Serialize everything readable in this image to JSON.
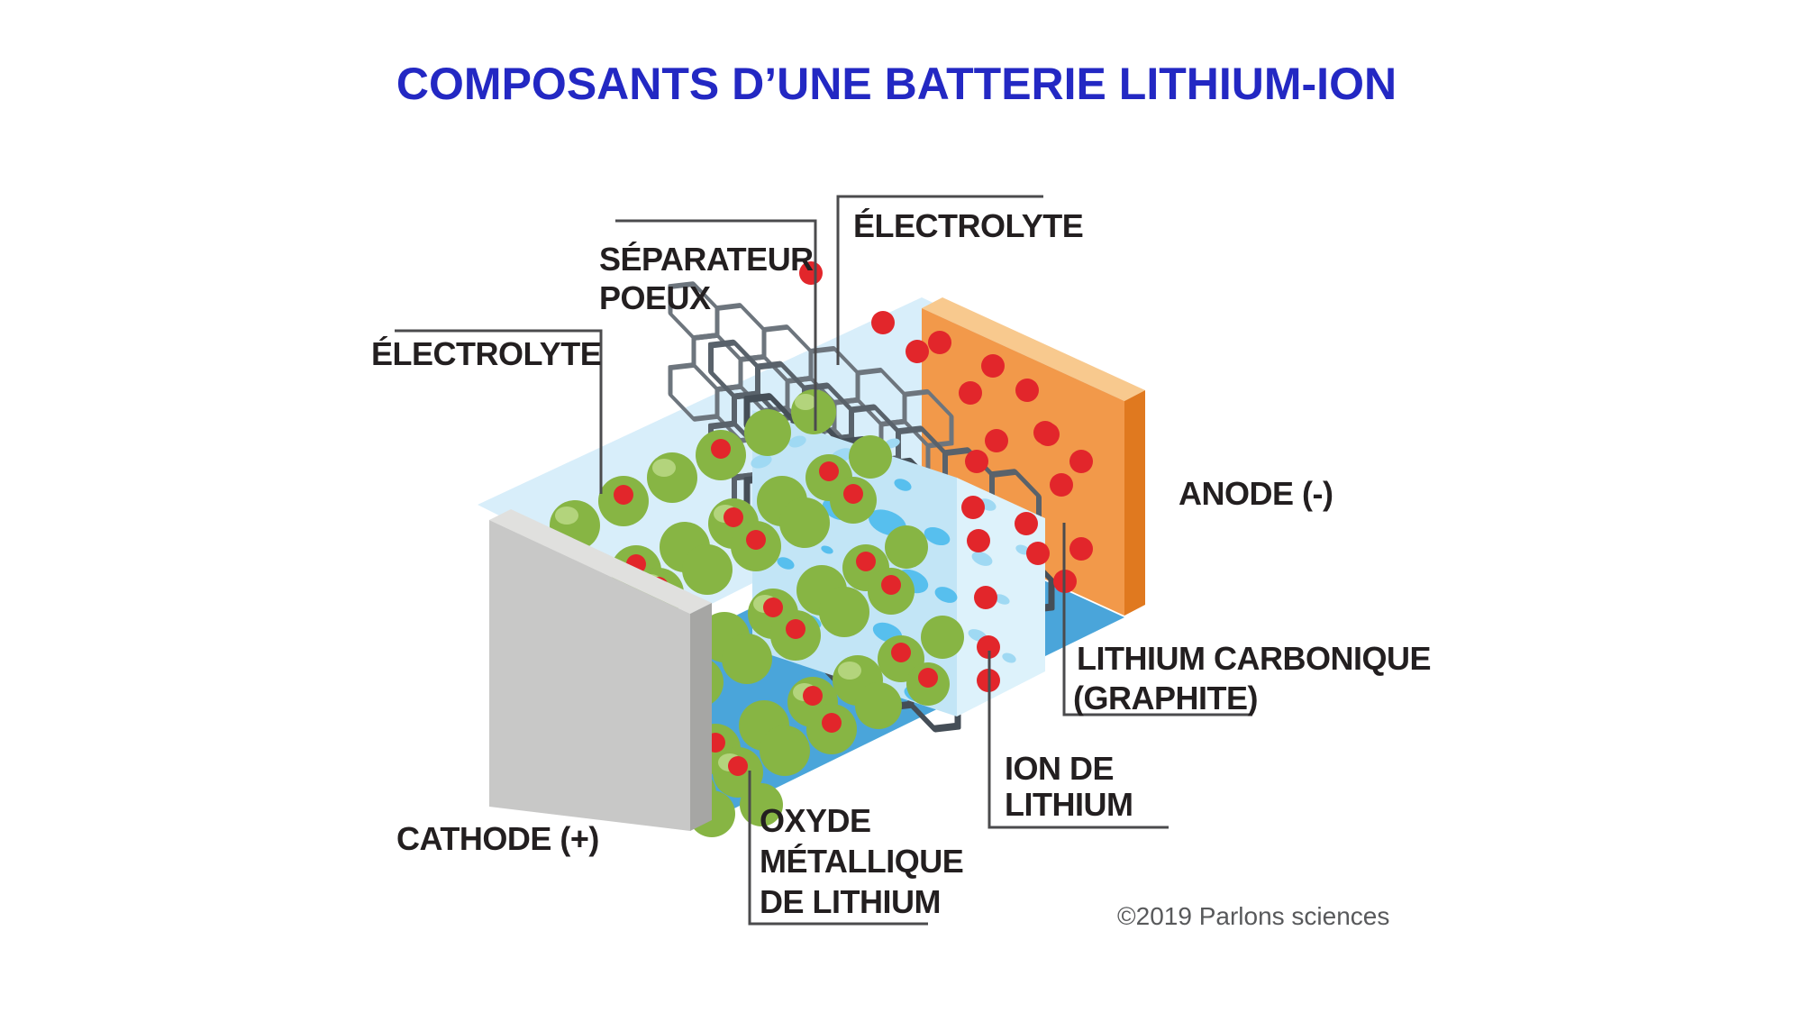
{
  "title": {
    "text": "COMPOSANTS D’UNE BATTERIE LITHIUM-ION"
  },
  "labels": {
    "electrolyte_left": {
      "lines": [
        "ÉLECTROLYTE"
      ]
    },
    "separator": {
      "lines": [
        "SÉPARATEUR",
        "POEUX"
      ]
    },
    "electrolyte_top": {
      "lines": [
        "ÉLECTROLYTE"
      ]
    },
    "anode": {
      "lines": [
        "ANODE (-)"
      ]
    },
    "lithium_carbon": {
      "lines": [
        "LITHIUM CARBONIQUE",
        "(GRAPHITE)"
      ]
    },
    "lithium_ion": {
      "lines": [
        "ION DE",
        "LITHIUM"
      ]
    },
    "cathode": {
      "lines": [
        "CATHODE (+)"
      ]
    },
    "metal_oxide": {
      "lines": [
        "OXYDE",
        "MÉTALLIQUE",
        "DE LITHIUM"
      ]
    }
  },
  "credit": "©2019 Parlons sciences",
  "colors": {
    "title_blue": "#2328c3",
    "label_dark": "#231f20",
    "leader_gray": "#4b4b4d",
    "credit_gray": "#58595b",
    "electrolyte_top": "#d8eefa",
    "electrolyte_deep": "#4aa5da",
    "cathode_gray": "#c8c8c7",
    "cathode_edge": "#a6a6a4",
    "cathode_top": "#e0e0de",
    "oxide_green": "#87b544",
    "oxide_highlight": "#b3d47c",
    "ion_red": "#e2262b",
    "separator_blue": "#c2e5f6",
    "separator_band": "#ddf2fb",
    "bubble_blue": "#57bfee",
    "bubble_light": "#9fd9f3",
    "graphite": "#454e57",
    "anode_orange": "#f2994a",
    "anode_edge": "#e0791f",
    "anode_top": "#f8c98e"
  }
}
